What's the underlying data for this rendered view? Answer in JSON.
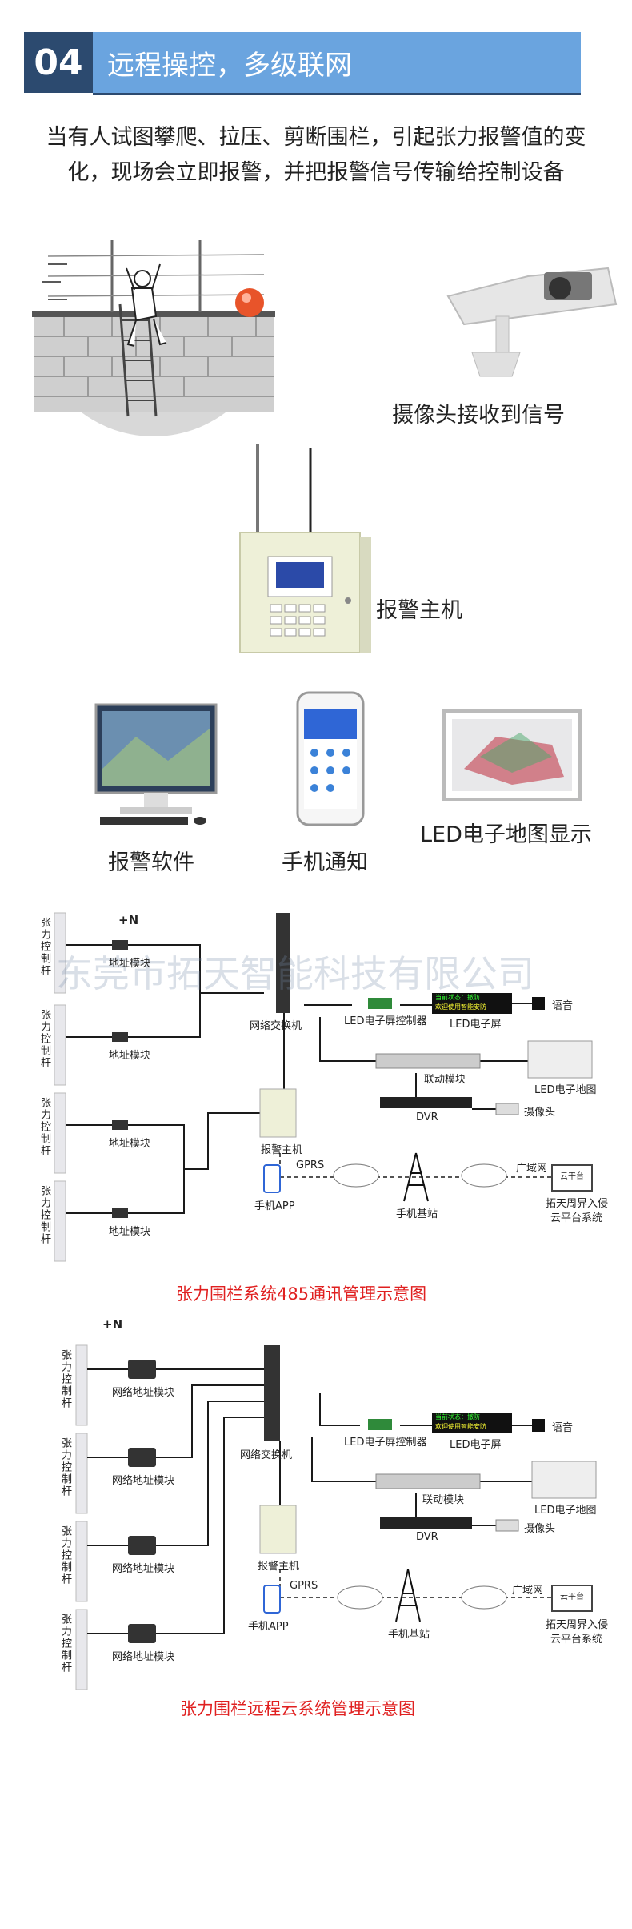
{
  "header": {
    "number": "04",
    "title": "远程操控，多级联网"
  },
  "intro": {
    "line1": "当有人试图攀爬、拉压、剪断围栏，引起张力报警值的变",
    "line2": "化，现场会立即报警，并把报警信号传输给控制设备"
  },
  "captions": {
    "camera": "摄像头接收到信号",
    "host": "报警主机",
    "software": "报警软件",
    "phone": "手机通知",
    "led_map": "LED电子地图显示"
  },
  "diagram1": {
    "title": "张力围栏系统485通讯管理示意图",
    "watermark": "东莞市拓天智能科技有限公司",
    "plus": "+N",
    "pole_label": "张力控制杆",
    "module_label": "地址模块",
    "switch": "网络交换机",
    "led_ctrl": "LED电子屏控制器",
    "led_screen": "LED电子屏",
    "led_text1": "当前状态：撤防",
    "led_text2": "欢迎使用智能安防",
    "voice": "语音",
    "linkage": "联动模块",
    "led_map": "LED电子地图",
    "dvr": "DVR",
    "camera": "摄像头",
    "host": "报警主机",
    "gprs": "GPRS",
    "app": "手机APP",
    "base": "手机基站",
    "wan": "广域网",
    "cloud": "云平台",
    "cloud_sys1": "拓天周界入侵",
    "cloud_sys2": "云平台系统"
  },
  "diagram2": {
    "title": "张力围栏远程云系统管理示意图",
    "plus": "+N",
    "pole_label": "张力控制杆",
    "module_label": "网络地址模块",
    "switch": "网络交换机",
    "led_ctrl": "LED电子屏控制器",
    "led_screen": "LED电子屏",
    "led_text1": "当前状态：撤防",
    "led_text2": "欢迎使用智能安防",
    "voice": "语音",
    "linkage": "联动模块",
    "led_map": "LED电子地图",
    "dvr": "DVR",
    "camera": "摄像头",
    "host": "报警主机",
    "gprs": "GPRS",
    "app": "手机APP",
    "base": "手机基站",
    "wan": "广域网",
    "cloud": "云平台",
    "cloud_sys1": "拓天周界入侵",
    "cloud_sys2": "云平台系统"
  },
  "colors": {
    "header_dark": "#2c4a6f",
    "header_light": "#6aa4df",
    "title_red": "#e02020",
    "line": "#1a1a1a"
  }
}
